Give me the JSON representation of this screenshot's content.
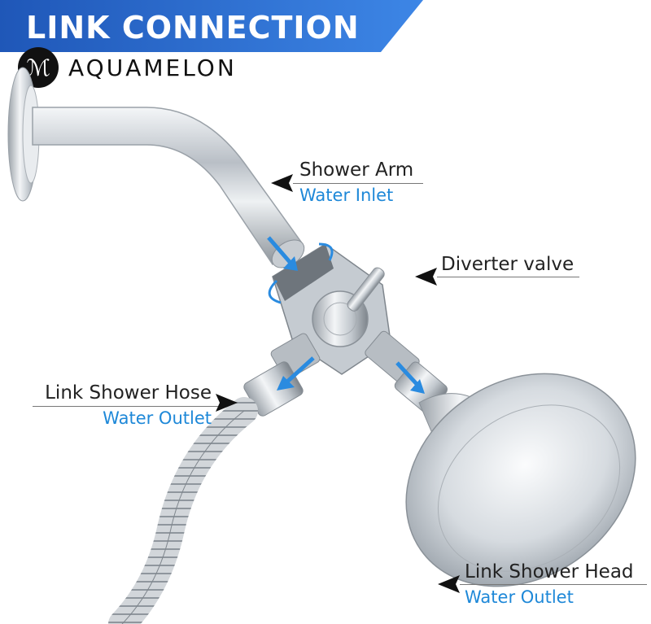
{
  "header": {
    "title": "LINK CONNECTION",
    "banner_color": "#2f6fd3"
  },
  "brand": {
    "name": "AQUAMELON",
    "mark": "ℳ"
  },
  "callouts": {
    "shower_arm": {
      "title": "Shower Arm",
      "subtitle": "Water Inlet"
    },
    "diverter": {
      "title": "Diverter valve"
    },
    "hose": {
      "title": "Link Shower Hose",
      "subtitle": "Water Outlet"
    },
    "head": {
      "title": "Link Shower Head",
      "subtitle": "Water Outlet"
    }
  },
  "colors": {
    "flow_arrow": "#2a8be0",
    "label_blue": "#1e88d8",
    "chrome": "#c9ced3"
  }
}
